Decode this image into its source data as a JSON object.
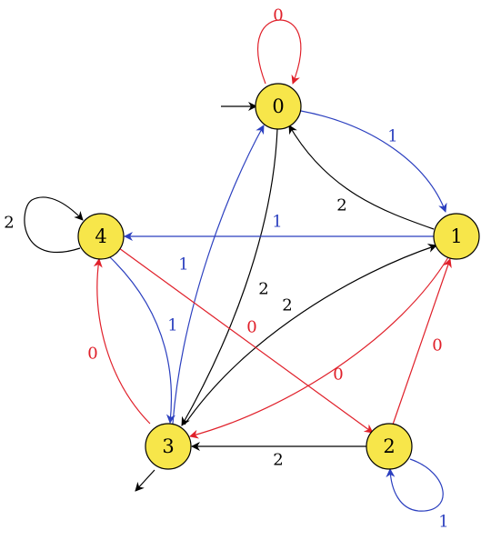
{
  "colors": {
    "node_fill": "#f7e64a",
    "node_stroke": "#000000",
    "symbol_0": "#e0202a",
    "symbol_1": "#2b3fbf",
    "symbol_2": "#000000"
  },
  "states": [
    {
      "id": "s0",
      "label": "0"
    },
    {
      "id": "s1",
      "label": "1"
    },
    {
      "id": "s2",
      "label": "2"
    },
    {
      "id": "s3",
      "label": "3"
    },
    {
      "id": "s4",
      "label": "4"
    }
  ],
  "initial_state": "0",
  "final_state": "3",
  "transitions": [
    {
      "from": "0",
      "to": "0",
      "label": "0",
      "color": "red"
    },
    {
      "from": "0",
      "to": "1",
      "label": "1",
      "color": "blue"
    },
    {
      "from": "0",
      "to": "3",
      "label": "2",
      "color": "black"
    },
    {
      "from": "1",
      "to": "0",
      "label": "2",
      "color": "black"
    },
    {
      "from": "1",
      "to": "4",
      "label": "1",
      "color": "blue"
    },
    {
      "from": "1",
      "to": "3",
      "label": "0",
      "color": "red"
    },
    {
      "from": "3",
      "to": "1",
      "label": "2",
      "color": "black"
    },
    {
      "from": "3",
      "to": "0",
      "label": "1",
      "color": "blue"
    },
    {
      "from": "3",
      "to": "4",
      "label": "0",
      "color": "red"
    },
    {
      "from": "4",
      "to": "4",
      "label": "2",
      "color": "black"
    },
    {
      "from": "4",
      "to": "3",
      "label": "1",
      "color": "blue"
    },
    {
      "from": "4",
      "to": "2",
      "label": "0",
      "color": "red"
    },
    {
      "from": "2",
      "to": "1",
      "label": "0",
      "color": "red"
    },
    {
      "from": "2",
      "to": "3",
      "label": "2",
      "color": "black"
    },
    {
      "from": "2",
      "to": "2",
      "label": "1",
      "color": "blue"
    }
  ]
}
